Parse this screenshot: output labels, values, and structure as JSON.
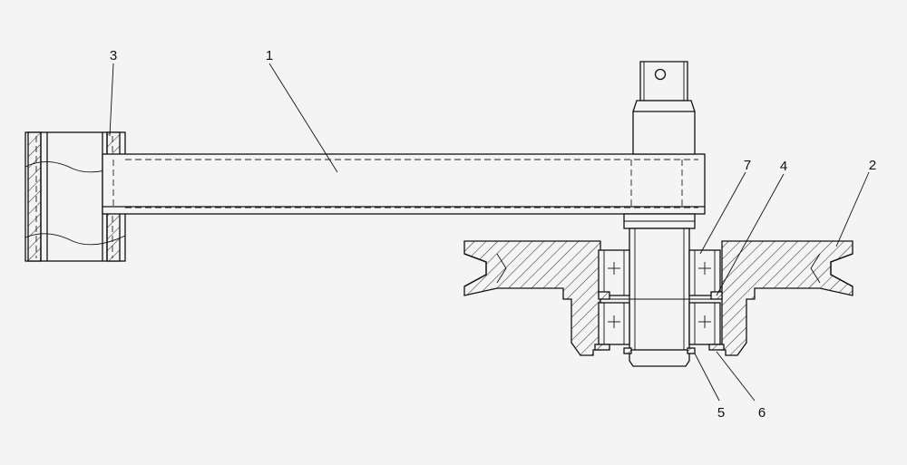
{
  "callouts": {
    "arm": "1",
    "pulley": "2",
    "sleeve": "3",
    "spacer": "4",
    "retaining_ring": "5",
    "washer": "6",
    "bearing": "7"
  }
}
